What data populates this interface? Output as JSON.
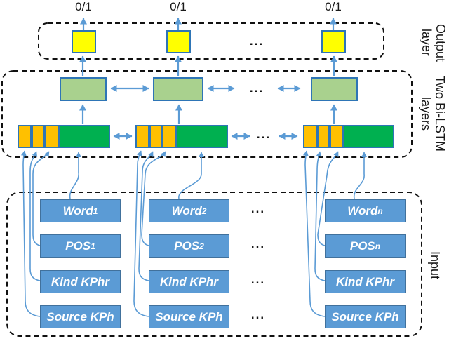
{
  "output_layer": {
    "side_label": "Output\nlayer",
    "predictions": [
      "0/1",
      "0/1",
      "0/1"
    ]
  },
  "bilstm_layer": {
    "side_label": "Two Bi-LSTM\nlayers"
  },
  "input_layer": {
    "side_label": "Input",
    "columns": [
      {
        "boxes": [
          {
            "base": "Word",
            "sub": "1"
          },
          {
            "base": "POS",
            "sub": "1"
          },
          {
            "base": "Kind KPhr",
            "sub": ""
          },
          {
            "base": "Source KPh",
            "sub": ""
          }
        ]
      },
      {
        "boxes": [
          {
            "base": "Word",
            "sub": "2"
          },
          {
            "base": "POS",
            "sub": "2"
          },
          {
            "base": "Kind KPhr",
            "sub": ""
          },
          {
            "base": "Source KPh",
            "sub": ""
          }
        ]
      },
      {
        "boxes": [
          {
            "base": "Word",
            "sub": "n"
          },
          {
            "base": "POS",
            "sub": "n"
          },
          {
            "base": "Kind KPhr",
            "sub": ""
          },
          {
            "base": "Source KPh",
            "sub": ""
          }
        ]
      }
    ]
  },
  "misc": {
    "ellipsis": "..."
  },
  "colors": {
    "arrow_blue": "#5B9BD5",
    "input_box_fill": "#5B9BD5",
    "input_box_border": "#41719C",
    "output_square": "#FFFF00",
    "hidden_rect": "#A9D18E",
    "feature_orange": "#FFC000",
    "feature_green": "#00B050",
    "shape_border": "#2E75B6",
    "dashed_border": "#111111",
    "text_dark": "#1A1A1A",
    "text_light": "#FFFFFF"
  }
}
